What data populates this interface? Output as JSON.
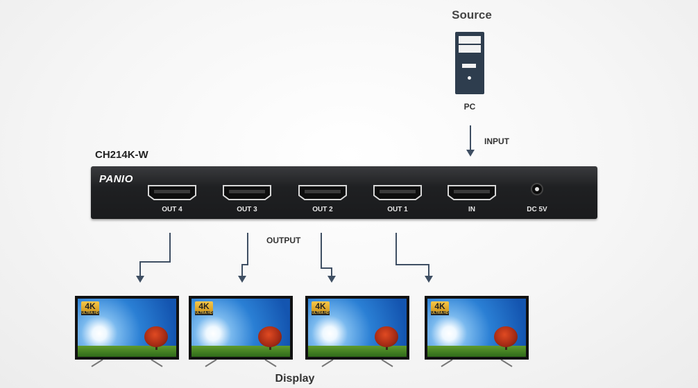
{
  "diagram": {
    "source_label": "Source",
    "pc_label": "PC",
    "input_label": "INPUT",
    "model_label": "CH214K-W",
    "brand_logo": "PANIO",
    "ports": [
      {
        "id": "out4",
        "label": "OUT 4"
      },
      {
        "id": "out3",
        "label": "OUT 3"
      },
      {
        "id": "out2",
        "label": "OUT 2"
      },
      {
        "id": "out1",
        "label": "OUT 1"
      },
      {
        "id": "in",
        "label": "IN"
      }
    ],
    "dc_label": "DC 5V",
    "output_label": "OUTPUT",
    "display_label": "Display",
    "tv_badge": "4K",
    "tv_badge_sub": "ULTRA HD"
  },
  "colors": {
    "arrow": "#3f4f63",
    "device_body": "#1f2022",
    "pc_tower": "#2e3d4e"
  }
}
